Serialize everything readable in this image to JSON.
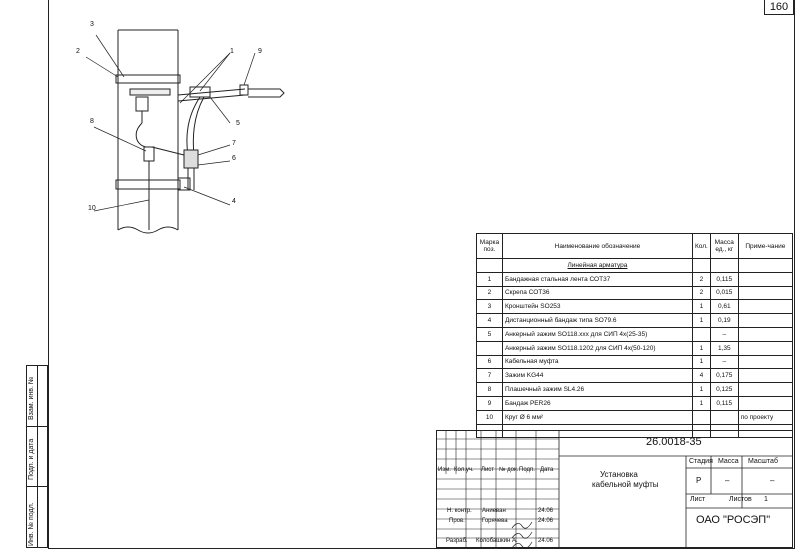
{
  "sheet_number": "160",
  "left_stamp": [
    "Инв. № подл.",
    "Подп. и дата",
    "Взам. инв. №"
  ],
  "callouts": [
    "1",
    "2",
    "3",
    "4",
    "5",
    "6",
    "7",
    "8",
    "9",
    "10"
  ],
  "spec_table": {
    "headers": {
      "pos": "Марка поз.",
      "name": "Наименование обозначение",
      "qty": "Кол.",
      "mass": "Масса ед., кг",
      "note": "Приме-чание"
    },
    "section": "Линейная арматура",
    "rows": [
      {
        "pos": "1",
        "name": "Бандажная стальная лента СОТ37",
        "qty": "2",
        "mass": "0,115",
        "note": ""
      },
      {
        "pos": "2",
        "name": "Скрепа СОТ36",
        "qty": "2",
        "mass": "0,015",
        "note": ""
      },
      {
        "pos": "3",
        "name": "Кронштейн SO253",
        "qty": "1",
        "mass": "0,61",
        "note": ""
      },
      {
        "pos": "4",
        "name": "Дистанционный бандаж типа SO79.6",
        "qty": "1",
        "mass": "0,19",
        "note": ""
      },
      {
        "pos": "5",
        "name": "Анкерный зажим SO118.ххх для СИП 4х(25-35)",
        "qty": "",
        "mass": "–",
        "note": ""
      },
      {
        "pos": "",
        "name": "Анкерный зажим SO118.1202 для СИП 4х(50-120)",
        "qty": "1",
        "mass": "1,35",
        "note": ""
      },
      {
        "pos": "6",
        "name": "Кабельная муфта",
        "qty": "1",
        "mass": "–",
        "note": ""
      },
      {
        "pos": "7",
        "name": "Зажим KG44",
        "qty": "4",
        "mass": "0,175",
        "note": ""
      },
      {
        "pos": "8",
        "name": "Плашечный зажим SL4.26",
        "qty": "1",
        "mass": "0,125",
        "note": ""
      },
      {
        "pos": "9",
        "name": "Бандаж PER26",
        "qty": "1",
        "mass": "0,115",
        "note": ""
      },
      {
        "pos": "10",
        "name": "Круг Ø 6 мм²",
        "qty": "",
        "mass": "",
        "note": "по проекту"
      }
    ]
  },
  "title_block": {
    "doc_number": "26.0018-35",
    "title_line1": "Установка",
    "title_line2": "кабельной муфты",
    "col_headers": [
      "Изм.",
      "Кол.уч.",
      "Лист",
      "№ док.",
      "Подп.",
      "Дата"
    ],
    "stage_label": "Стадия",
    "mass_label": "Масса",
    "scale_label": "Масштаб",
    "stage": "Р",
    "mass": "–",
    "scale": "–",
    "sheet_label": "Лист",
    "sheets_label": "Листов",
    "sheets": "1",
    "company": "ОАО \"РОСЭП\"",
    "signers": [
      {
        "role": "Н. контр.",
        "name": "Аниеван",
        "date": "24.06"
      },
      {
        "role": "Пров.",
        "name": "Горячева",
        "date": "24.06"
      },
      {
        "role": "Разраб.",
        "name": "Колобашкин А.",
        "date": "24.06"
      }
    ]
  }
}
